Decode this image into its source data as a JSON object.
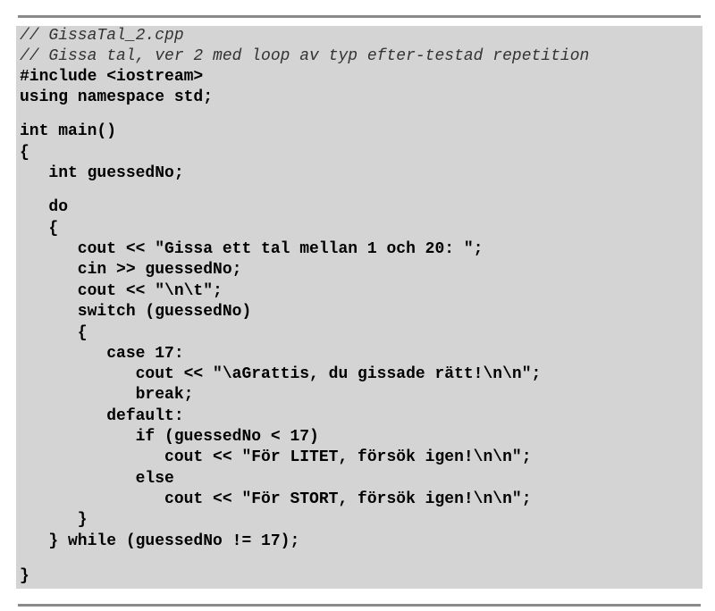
{
  "code": {
    "lines": [
      "// GissaTal_2.cpp",
      "// Gissa tal, ver 2 med loop av typ efter-testad repetition",
      "#include <iostream>",
      "using namespace std;",
      "int main()",
      "{",
      "   int guessedNo;",
      "   do",
      "   {",
      "      cout << \"Gissa ett tal mellan 1 och 20: \";",
      "      cin >> guessedNo;",
      "      cout << \"\\n\\t\";",
      "      switch (guessedNo)",
      "      {",
      "         case 17:",
      "            cout << \"\\aGrattis, du gissade rätt!\\n\\n\";",
      "            break;",
      "         default:",
      "            if (guessedNo < 17)",
      "               cout << \"För LITET, försök igen!\\n\\n\";",
      "            else",
      "               cout << \"För STORT, försök igen!\\n\\n\";",
      "      }",
      "   } while (guessedNo != 17);",
      "}"
    ]
  }
}
